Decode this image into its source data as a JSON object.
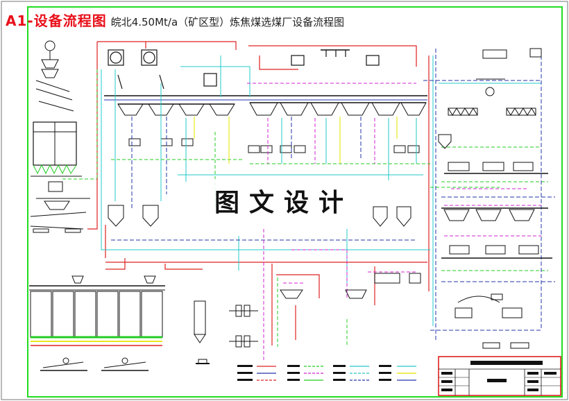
{
  "title": {
    "code": "A1-设备流程图",
    "text": "皖北4.50Mt/a（矿区型）炼焦煤选煤厂设备流程图"
  },
  "watermark": "图文设计",
  "colors": {
    "frame": "#22dd22",
    "accent_red": "#e8101a",
    "line_red": "#e02020",
    "line_green": "#22cc22",
    "line_cyan": "#22c8c8",
    "line_blue": "#2233aa",
    "line_magenta": "#d020d0",
    "line_yellow": "#e8e820",
    "equipment": "#111111"
  }
}
